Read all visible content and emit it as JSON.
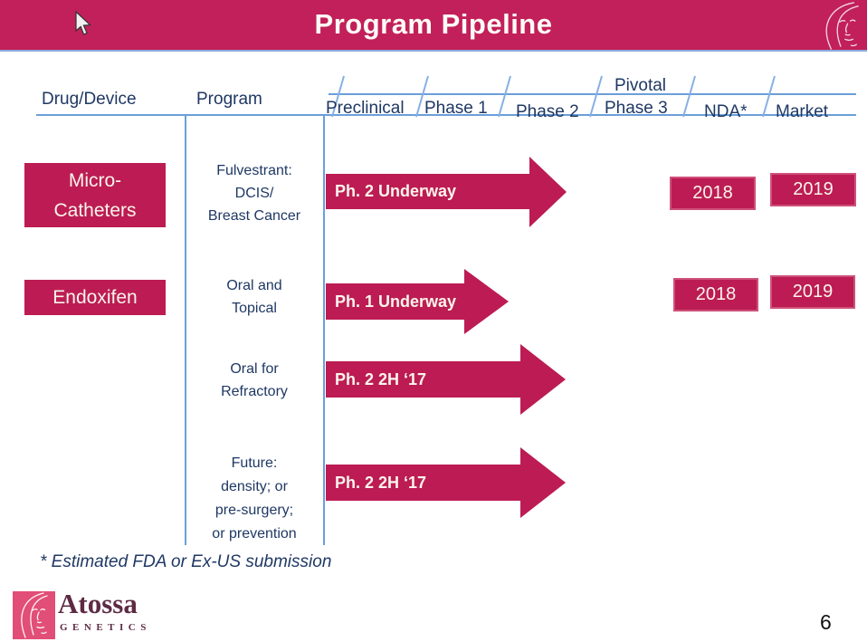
{
  "header": {
    "title": "Program Pipeline"
  },
  "columns": {
    "drug_device": "Drug/Device",
    "program": "Program",
    "pivotal": "Pivotal",
    "phases": [
      "Preclinical",
      "Phase 1",
      "Phase 2",
      "Phase 3",
      "NDA*",
      "Market"
    ]
  },
  "rows": [
    {
      "drug": "Micro-\nCatheters",
      "program": "Fulvestrant:\nDCIS/\nBreast Cancer",
      "arrow": "Ph. 2 Underway",
      "nda_year": "2018",
      "market_year": "2019"
    },
    {
      "drug": "Endoxifen",
      "program": "Oral and\nTopical",
      "arrow": "Ph. 1 Underway",
      "nda_year": "2018",
      "market_year": "2019"
    },
    {
      "program": "Oral for\nRefractory",
      "arrow": "Ph. 2 2H ‘17"
    },
    {
      "program": "Future:\ndensity; or\npre-surgery;\nor prevention",
      "arrow": "Ph. 2 2H ‘17"
    }
  ],
  "footnote": "* Estimated FDA or Ex-US submission",
  "logo": {
    "name": "Atossa",
    "subtitle": "GENETICS"
  },
  "page_number": "6",
  "colors": {
    "crimson": "#BC1C53",
    "header_bar": "#C2205A",
    "navy_text": "#1F3864",
    "line_blue": "#6B9FD8",
    "slash_blue": "#86B0E4",
    "logo_pink": "#E14E77",
    "logo_maroon": "#5E2A44"
  }
}
